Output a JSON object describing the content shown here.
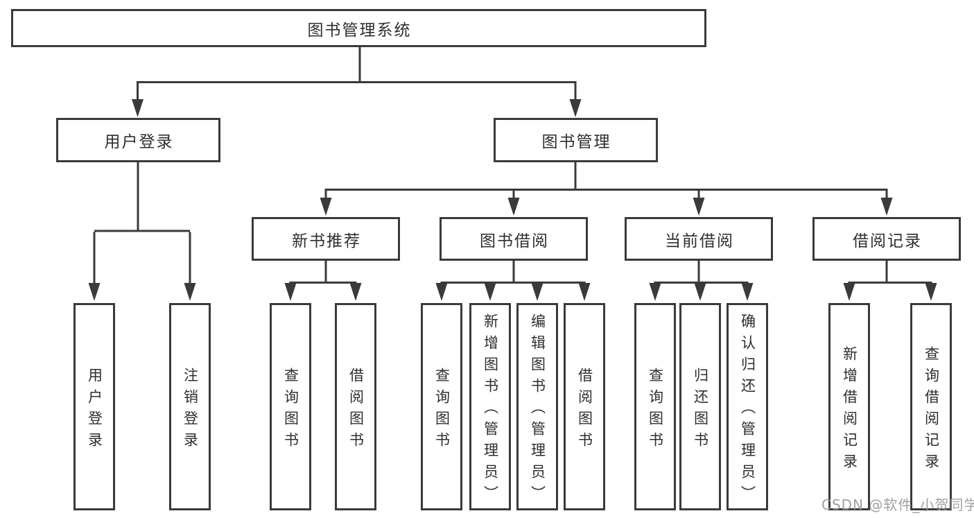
{
  "colors": {
    "line": "#3a3a3a",
    "box_border": "#3a3a3a",
    "text": "#2e2e2e",
    "watermark": "#989898",
    "background": "#ffffff"
  },
  "tree": {
    "label": "图书管理系统",
    "children": [
      {
        "label": "用户登录",
        "children": [
          {
            "label": "用户登录"
          },
          {
            "label": "注销登录"
          }
        ]
      },
      {
        "label": "图书管理",
        "children": [
          {
            "label": "新书推荐",
            "children": [
              {
                "label": "查询图书"
              },
              {
                "label": "借阅图书"
              }
            ]
          },
          {
            "label": "图书借阅",
            "children": [
              {
                "label": "查询图书"
              },
              {
                "label": "新增图书（管理员）"
              },
              {
                "label": "编辑图书（管理员）"
              },
              {
                "label": "借阅图书"
              }
            ]
          },
          {
            "label": "当前借阅",
            "children": [
              {
                "label": "查询图书"
              },
              {
                "label": "归还图书"
              },
              {
                "label": "确认归还（管理员）"
              }
            ]
          },
          {
            "label": "借阅记录",
            "children": [
              {
                "label": "新增借阅记录"
              },
              {
                "label": "查询借阅记录"
              }
            ]
          }
        ]
      }
    ]
  },
  "watermark": {
    "text": "CSDN @软件_小贺同学"
  }
}
